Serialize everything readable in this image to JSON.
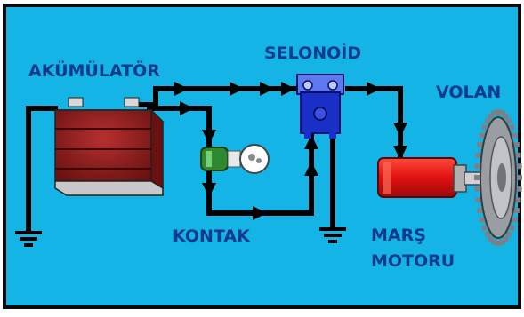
{
  "colors": {
    "background": "#14b4e6",
    "frame": "#0a0a0a",
    "wire": "#000000",
    "label_text": "#0e3a8c",
    "battery_body": "#8a1616",
    "solenoid": "#1a2fc8",
    "motor": "#e01010",
    "flywheel": "#9a9ea2"
  },
  "labels": {
    "battery": "AKÜMÜLATÖR",
    "solenoid": "SELONOİD",
    "flywheel": "VOLAN",
    "ignition": "KONTAK",
    "starter_line1": "MARŞ",
    "starter_line2": "MOTORU"
  },
  "icons": {
    "battery": "battery-icon",
    "solenoid": "solenoid-icon",
    "ignition": "ignition-key-icon",
    "motor": "starter-motor-icon",
    "flywheel": "flywheel-gear-icon",
    "ground": "ground-symbol-icon"
  }
}
